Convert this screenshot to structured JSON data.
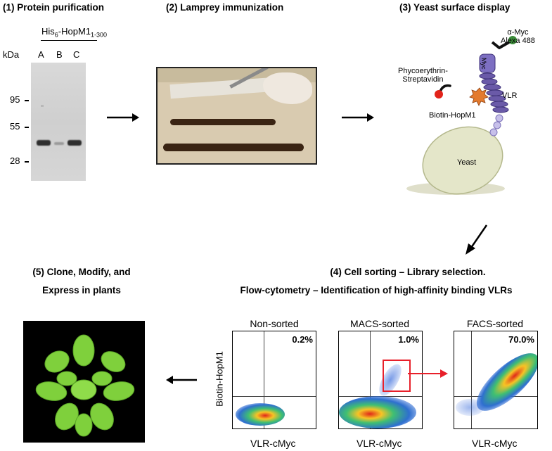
{
  "steps": {
    "s1": "(1) Protein purification",
    "s2": "(2) Lamprey immunization",
    "s3": "(3) Yeast surface display",
    "s4_line1": "(4) Cell sorting – Library selection.",
    "s4_line2": "Flow-cytometry – Identification of high-affinity binding VLRs",
    "s5_line1": "(5) Clone, Modify, and",
    "s5_line2": "Express in plants"
  },
  "gel": {
    "construct_main": "His",
    "construct_sub6": "6",
    "construct_mid": "-HopM1",
    "construct_sub": "1-300",
    "unit": "kDa",
    "lanes": [
      "A",
      "B",
      "C"
    ],
    "markers": [
      "95",
      "55",
      "28"
    ]
  },
  "yeast_display": {
    "anti_myc": "α-Myc",
    "alexa": "Alexa 488",
    "pe_line1": "Phycoerythrin-",
    "pe_line2": "Streptavidin",
    "vlr": "VLR",
    "myc": "Myc",
    "biotin": "Biotin-HopM1",
    "yeast": "Yeast"
  },
  "flow": {
    "y_label": "Biotin-HopM1",
    "panels": [
      {
        "title": "Non-sorted",
        "percent": "0.2%",
        "x_label": "VLR-cMyc"
      },
      {
        "title": "MACS-sorted",
        "percent": "1.0%",
        "x_label": "VLR-cMyc"
      },
      {
        "title": "FACS-sorted",
        "percent": "70.0%",
        "x_label": "VLR-cMyc"
      }
    ]
  },
  "colors": {
    "gate": "#e8202a",
    "arrow": "#000000",
    "yeast_fill": "#e4e6c9",
    "vlr_purple": "#6a5aa8",
    "plant_bg": "#000000",
    "plant_green": "#7fd03c"
  }
}
